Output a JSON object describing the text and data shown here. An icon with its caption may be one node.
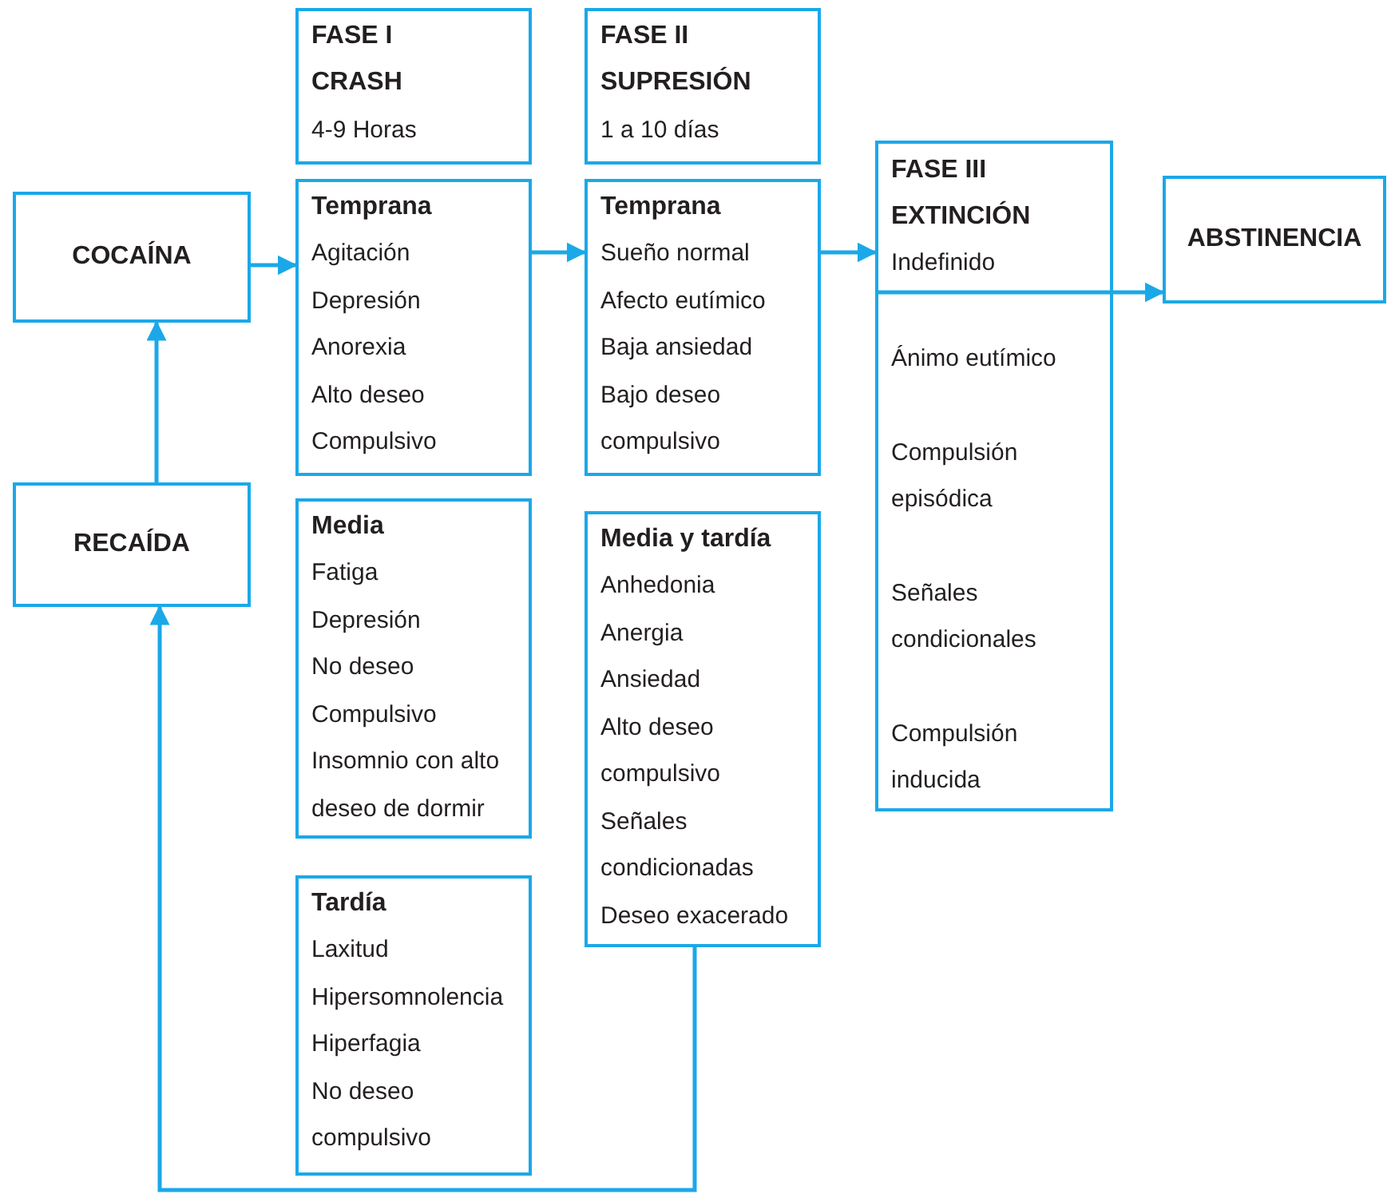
{
  "diagram": {
    "nodes": [
      {
        "text": [
          "COCAÍNA"
        ]
      },
      {
        "text": [
          "RECAÍDA"
        ]
      },
      {
        "text": [
          "FASE I",
          "CRASH",
          "4-9 Horas"
        ]
      },
      {
        "text": [
          "Temprana",
          "Agitación",
          "Depresión",
          "Anorexia",
          "Alto deseo",
          "Compulsivo"
        ]
      },
      {
        "text": [
          "Media",
          "Fatiga",
          "Depresión",
          "No deseo",
          "Compulsivo",
          "Insomnio con alto",
          "deseo de dormir"
        ]
      },
      {
        "text": [
          "Tardía",
          "Laxitud",
          "Hipersomnolencia",
          "Hiperfagia",
          "No deseo",
          "compulsivo"
        ]
      },
      {
        "text": [
          "FASE II",
          "SUPRESIÓN",
          "1 a 10 días"
        ]
      },
      {
        "text": [
          "Temprana",
          "Sueño normal",
          "Afecto eutímico",
          "Baja ansiedad",
          "Bajo deseo",
          "compulsivo"
        ]
      },
      {
        "text": [
          "Media y tardía",
          "Anhedonia",
          "Anergia",
          "Ansiedad",
          "Alto deseo",
          "compulsivo",
          "Señales",
          "condicionadas",
          "Deseo exacerado"
        ]
      },
      {
        "text": [
          "FASE III",
          "EXTINCIÓN",
          "Indefinido",
          "Ánimo eutímico",
          "Compulsión",
          "episódica",
          "Señales",
          "condicionales",
          "Compulsión",
          "inducida"
        ]
      },
      {
        "text": [
          "ABSTINENCIA"
        ]
      }
    ],
    "edges": [
      {
        "from": 0,
        "to": 3,
        "arrow": "to"
      },
      {
        "from": 3,
        "to": 7,
        "arrow": "to"
      },
      {
        "from": 7,
        "to": 9,
        "arrow": "to"
      },
      {
        "from": 9,
        "to": 10,
        "arrow": "to"
      },
      {
        "from": 1,
        "to": 0,
        "arrow": "to"
      },
      {
        "from": 8,
        "to": 1,
        "arrow": "to"
      }
    ]
  }
}
